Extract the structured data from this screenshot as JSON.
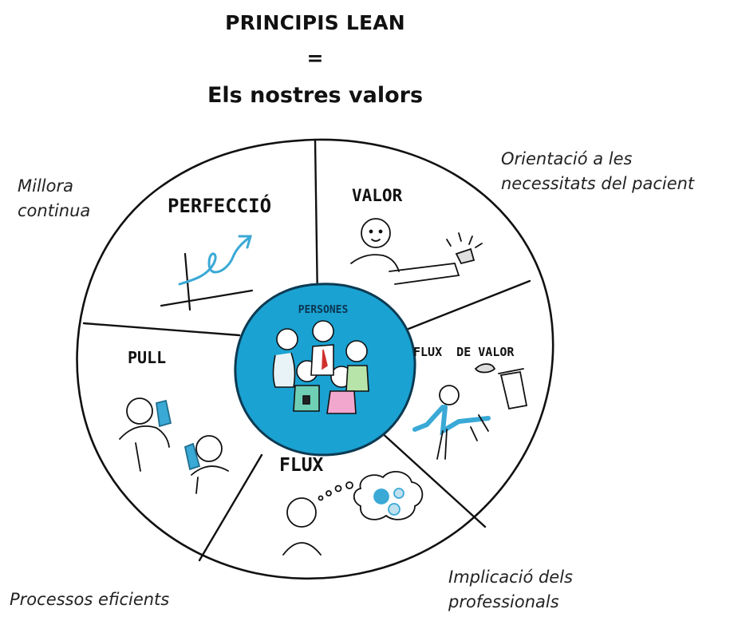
{
  "title": {
    "line1": "PRINCIPIS LEAN",
    "line2": "=",
    "line3": "Els nostres valors"
  },
  "segments": {
    "perfeccio": "PERFECCIÓ",
    "valor": "VALOR",
    "flux_de_valor": "FLUX  DE VALOR",
    "flux": "FLUX",
    "pull": "PULL"
  },
  "center": {
    "label": "PERSONES",
    "fill_color": "#1aa2d2"
  },
  "notes": {
    "top_left": [
      "Millora",
      "continua"
    ],
    "top_right": [
      "Orientació a les",
      "necessitats del pacient"
    ],
    "bottom_left": [
      "Processos eficients"
    ],
    "bottom_right": [
      "Implicació dels",
      "professionals"
    ]
  },
  "colors": {
    "accent": "#3aa9d6",
    "ink": "#111111"
  }
}
